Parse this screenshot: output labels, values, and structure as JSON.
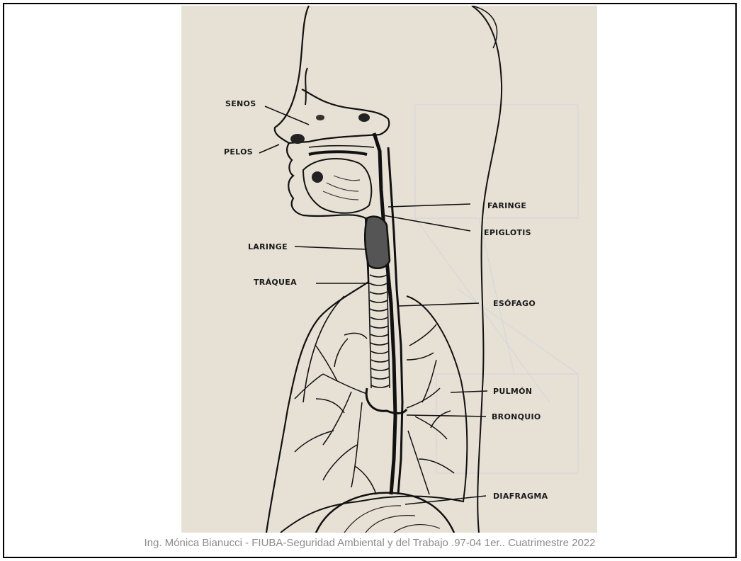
{
  "diagram": {
    "labels": {
      "senos": "SENOS",
      "pelos": "PELOS",
      "faringe": "FARINGE",
      "epiglotis": "EPIGLOTIS",
      "laringe": "LARINGE",
      "traquea": "TRÁQUEA",
      "esofago": "ESÓFAGO",
      "pulmon": "PULMÓN",
      "bronquio": "BRONQUIO",
      "diafragma": "DIAFRAGMA"
    }
  },
  "footer": {
    "text": "Ing. Mónica Bianucci - FIUBA-Seguridad Ambiental y del Trabajo .97-04 1er.. Cuatrimestre 2022"
  }
}
